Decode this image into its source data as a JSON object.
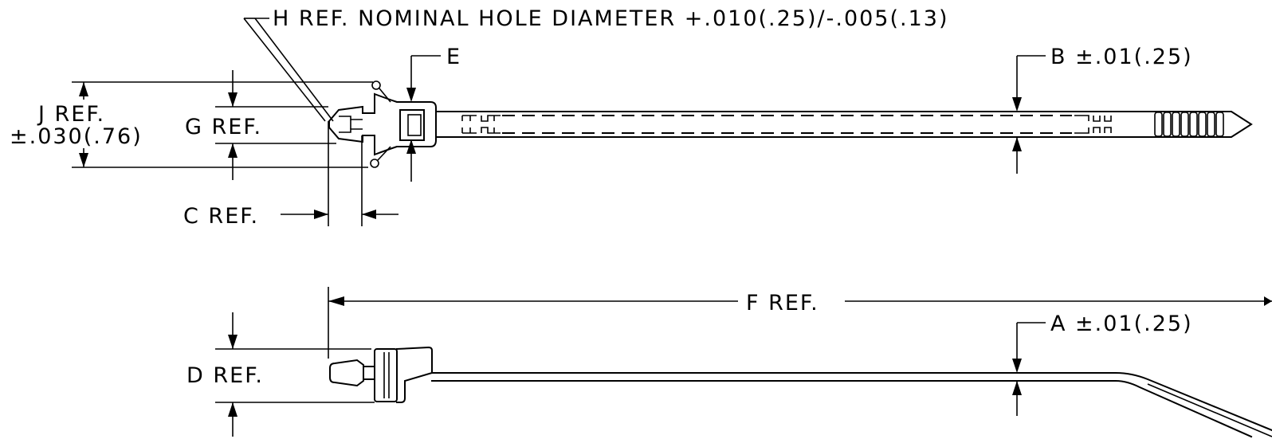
{
  "labels": {
    "h_note": "H REF. NOMINAL HOLE DIAMETER +.010(.25)/-.005(.13)",
    "e": "E",
    "b": "B ±.01(.25)",
    "j_line1": "J REF.",
    "j_line2": "±.030(.76)",
    "g": "G REF.",
    "c": "C REF.",
    "f": "F REF.",
    "a": "A ±.01(.25)",
    "d": "D REF."
  },
  "colors": {
    "line": "#000000",
    "background": "#ffffff"
  }
}
